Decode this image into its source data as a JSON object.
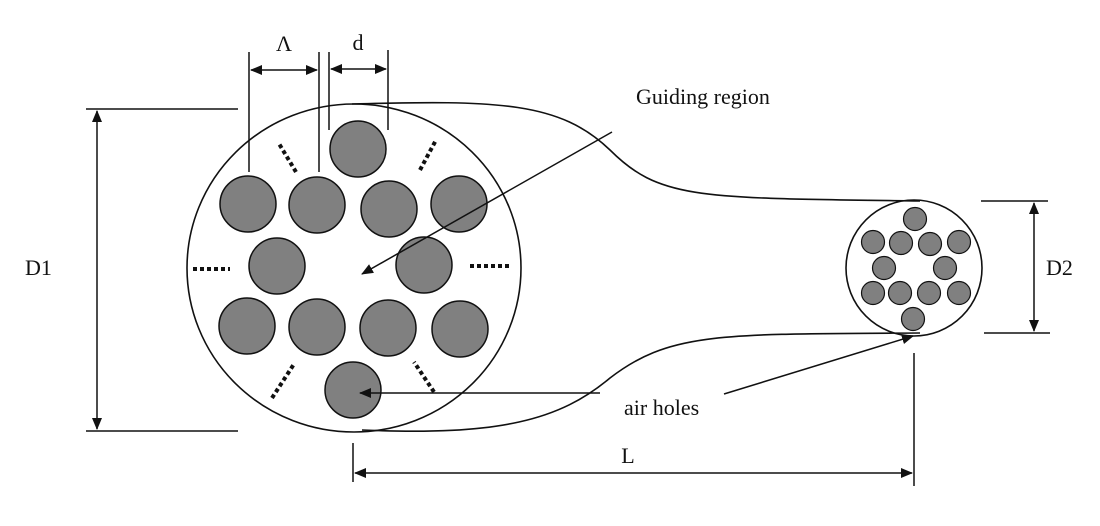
{
  "labels": {
    "pitch": "Λ",
    "diameter": "d",
    "d1": "D1",
    "d2": "D2",
    "length": "L",
    "guiding_region": "Guiding region",
    "air_holes": "air holes"
  },
  "colors": {
    "hole_fill": "#808080",
    "stroke": "#111111",
    "background": "#ffffff"
  }
}
